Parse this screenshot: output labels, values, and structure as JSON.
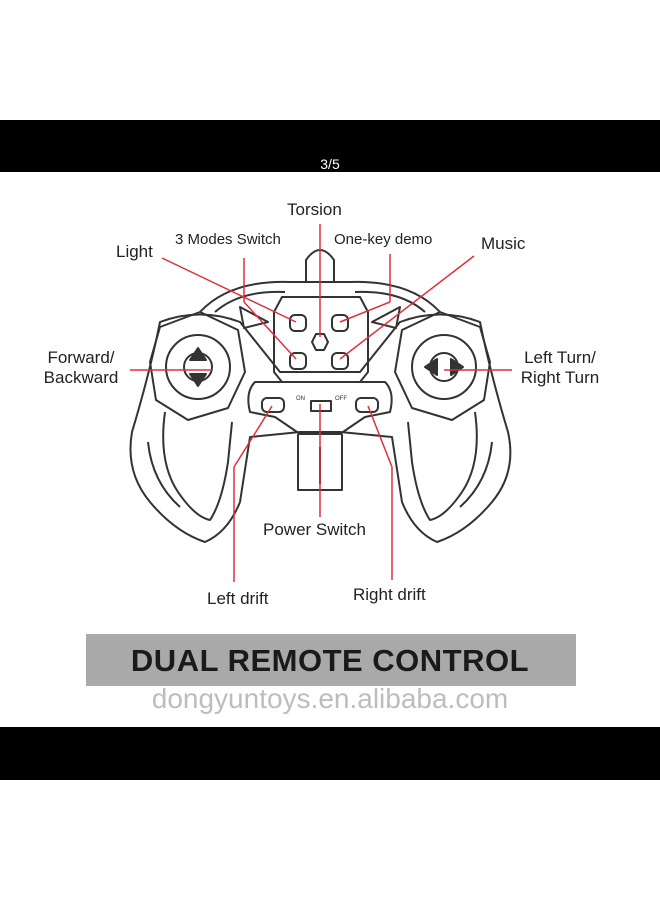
{
  "viewer": {
    "counter": "3/5"
  },
  "diagram": {
    "labels": {
      "torsion": "Torsion",
      "modes_switch": "3 Modes Switch",
      "one_key_demo": "One-key demo",
      "light": "Light",
      "music": "Music",
      "forward_backward_line1": "Forward/",
      "forward_backward_line2": "Backward",
      "turn_line1": "Left Turn/",
      "turn_line2": "Right Turn",
      "power_switch": "Power Switch",
      "left_drift": "Left drift",
      "right_drift": "Right drift",
      "on": "ON",
      "off": "OFF"
    },
    "banner_title": "DUAL REMOTE CONTROL",
    "watermark": "dongyuntoys.en.alibaba.com",
    "colors": {
      "callout_line": "#e0303a",
      "outline": "#333333",
      "banner": "#a9a9a9"
    }
  }
}
